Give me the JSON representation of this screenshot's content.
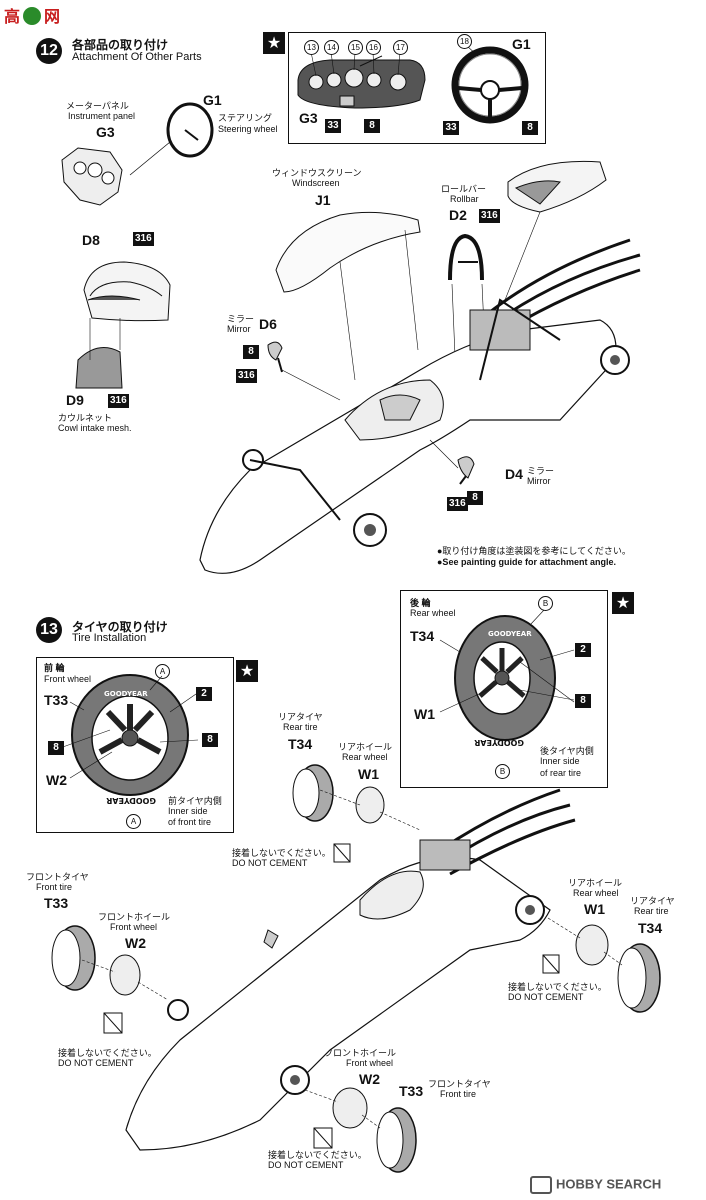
{
  "watermark": {
    "site": "hobbysearch",
    "text": "HOBBY SEARCH"
  },
  "step12": {
    "number": "12",
    "title_jp": "各部品の取り付け",
    "title_en": "Attachment Of Other Parts",
    "inset": {
      "gauge_numbers": [
        "13",
        "14",
        "15",
        "16",
        "17"
      ],
      "wheel_number": "18",
      "dash_part": "G3",
      "wheel_part": "G1",
      "paint_dash": [
        "33",
        "8"
      ],
      "paint_wheel": [
        "33",
        "8"
      ]
    },
    "instrument_panel": {
      "jp": "メーターパネル",
      "en": "Instrument panel",
      "part": "G3"
    },
    "steering_wheel": {
      "jp": "ステアリング",
      "en": "Steering wheel",
      "part": "G1"
    },
    "windscreen": {
      "jp": "ウィンドウスクリーン",
      "en": "Windscreen",
      "part": "J1"
    },
    "rollbar": {
      "jp": "ロールバー",
      "en": "Rollbar",
      "part": "D2",
      "paint": "316"
    },
    "cowl": {
      "part": "D8",
      "paint": "316"
    },
    "cowl_mesh": {
      "jp": "カウルネット",
      "en": "Cowl intake mesh.",
      "part": "D9",
      "paint": "316"
    },
    "mirror_left": {
      "jp": "ミラー",
      "en": "Mirror",
      "part": "D6",
      "paint": [
        "8",
        "316"
      ]
    },
    "mirror_right": {
      "jp": "ミラー",
      "en": "Mirror",
      "part": "D4",
      "paint": [
        "316",
        "8"
      ]
    },
    "note_jp": "●取り付け角度は塗装図を参考にしてください。",
    "note_en": "●See painting guide for attachment angle."
  },
  "step13": {
    "number": "13",
    "title_jp": "タイヤの取り付け",
    "title_en": "Tire Installation",
    "front_box": {
      "title_jp": "前 輪",
      "title_en": "Front wheel",
      "tire": "T33",
      "wheel": "W2",
      "mark_top": "A",
      "mark_bottom": "A",
      "paints": [
        "2",
        "8",
        "8"
      ],
      "inner_jp": "前タイヤ内側",
      "inner_en1": "Inner side",
      "inner_en2": "of front tire",
      "brand": "GOODYEAR"
    },
    "rear_box": {
      "title_jp": "後 輪",
      "title_en": "Rear wheel",
      "tire": "T34",
      "wheel": "W1",
      "mark_top": "B",
      "mark_bottom": "B",
      "paints": [
        "2",
        "8"
      ],
      "inner_jp": "後タイヤ内側",
      "inner_en1": "Inner side",
      "inner_en2": "of rear tire",
      "brand": "GOODYEAR"
    },
    "rear_tire_left": {
      "jp": "リアタイヤ",
      "en": "Rear tire",
      "part": "T34"
    },
    "rear_wheel_left": {
      "jp": "リアホイール",
      "en": "Rear wheel",
      "part": "W1"
    },
    "front_tire_left": {
      "jp": "フロントタイヤ",
      "en": "Front tire",
      "part": "T33"
    },
    "front_wheel_left": {
      "jp": "フロントホイール",
      "en": "Front wheel",
      "part": "W2"
    },
    "rear_wheel_right": {
      "jp": "リアホイール",
      "en": "Rear wheel",
      "part": "W1"
    },
    "rear_tire_right": {
      "jp": "リアタイヤ",
      "en": "Rear tire",
      "part": "T34"
    },
    "front_wheel_bottom": {
      "jp": "フロントホイール",
      "en": "Front wheel",
      "part": "W2"
    },
    "front_tire_bottom": {
      "jp": "フロントタイヤ",
      "en": "Front tire",
      "part": "T33"
    },
    "no_cement_jp": "接着しないでください。",
    "no_cement_en": "DO NOT CEMENT"
  },
  "footer": {
    "brand": "HOBBY SEARCH"
  }
}
